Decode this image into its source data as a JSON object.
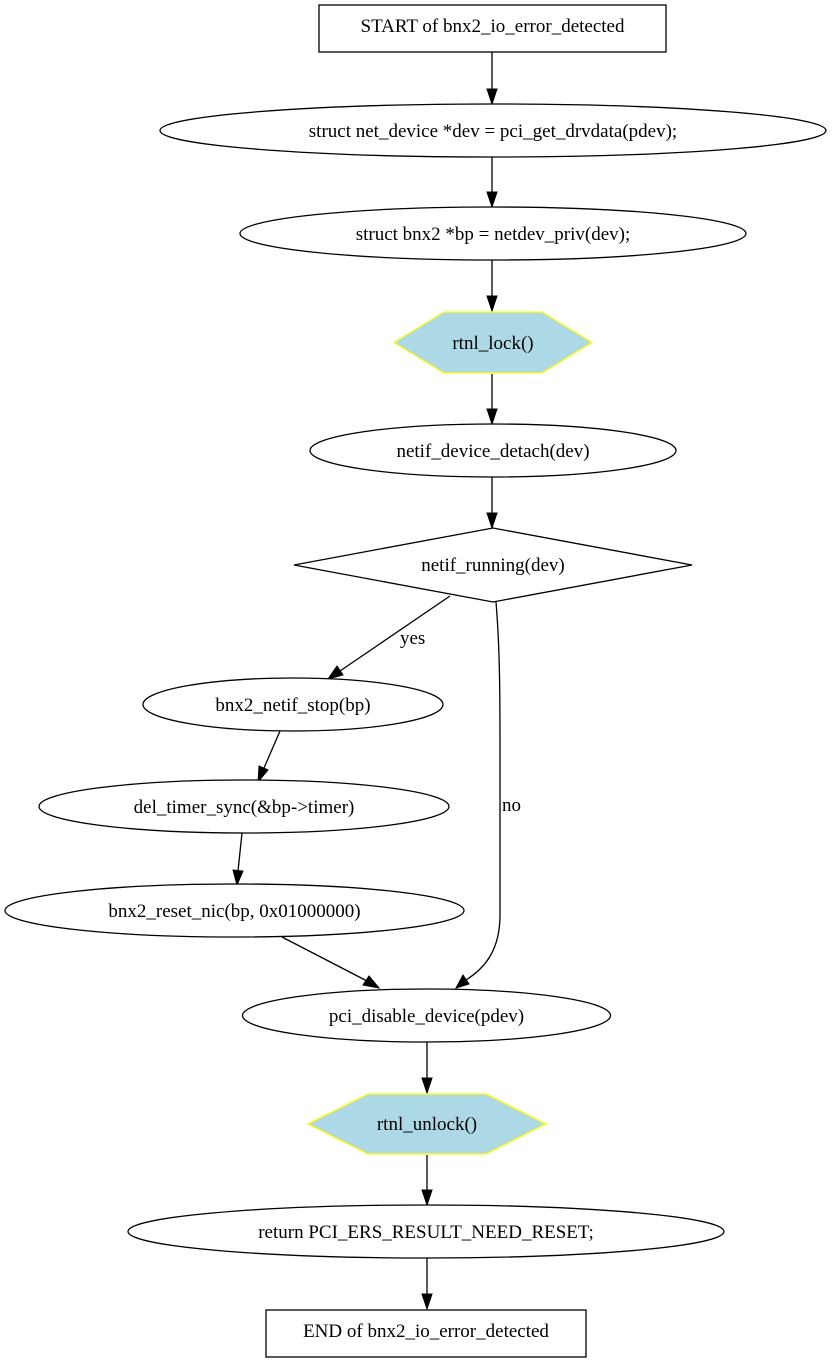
{
  "diagram": {
    "nodes": {
      "start": "START of bnx2_io_error_detected",
      "dev_decl": "struct net_device *dev = pci_get_drvdata(pdev);",
      "bp_decl": "struct bnx2 *bp = netdev_priv(dev);",
      "rtnl_lock": "rtnl_lock()",
      "detach": "netif_device_detach(dev)",
      "running": "netif_running(dev)",
      "netif_stop": "bnx2_netif_stop(bp)",
      "del_timer": "del_timer_sync(&bp->timer)",
      "reset_nic": "bnx2_reset_nic(bp, 0x01000000)",
      "pci_disable": "pci_disable_device(pdev)",
      "rtnl_unlock": "rtnl_unlock()",
      "ret": "return PCI_ERS_RESULT_NEED_RESET;",
      "end": "END of bnx2_io_error_detected"
    },
    "edge_labels": {
      "yes": "yes",
      "no": "no"
    },
    "colors": {
      "hex_fill": "#add8e6",
      "hex_stroke": "#ffff00"
    }
  }
}
